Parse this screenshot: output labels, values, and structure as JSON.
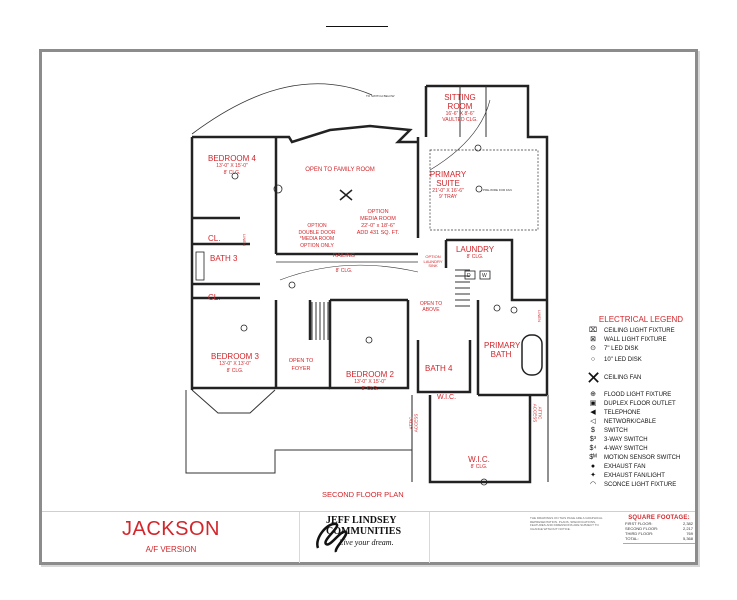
{
  "plan": {
    "title": "SECOND FLOOR PLAN",
    "rooms": [
      {
        "name": "BEDROOM 4",
        "size": "13'-0\" X 15'-0\"",
        "ceiling": "8' CLG."
      },
      {
        "name": "OPEN TO FAMILY ROOM"
      },
      {
        "name": "SITTING ROOM",
        "line1": "SITTING",
        "line2": "ROOM",
        "size": "16'-6\" X 8'-6\"",
        "ceiling": "VAULTED CLG."
      },
      {
        "name": "PRIMARY SUITE",
        "line1": "PRIMARY",
        "line2": "SUITE",
        "size": "21'-0\" X 16'-6\"",
        "ceiling": "9' TRAY"
      },
      {
        "name": "OPTION MEDIA ROOM",
        "line1": "OPTION",
        "line2": "MEDIA ROOM",
        "size": "22'-0\" x 18'-6\"",
        "note": "ADD 431 SQ. FT."
      },
      {
        "name": "OPTION DOUBLE DOOR",
        "line1": "OPTION",
        "line2": "DOUBLE DOOR",
        "line3": "*MEDIA ROOM",
        "line4": "OPTION ONLY"
      },
      {
        "name": "CL.",
        "label": "CL."
      },
      {
        "name": "BATH 3",
        "label": "BATH 3"
      },
      {
        "name": "RAILING",
        "label": "RAILING",
        "ceiling": "8' CLG."
      },
      {
        "name": "CL. 2",
        "label": "CL."
      },
      {
        "name": "BEDROOM 3",
        "size": "13'-0\" X 13'-0\"",
        "ceiling": "8' CLG."
      },
      {
        "name": "OPEN TO FOYER",
        "line1": "OPEN TO",
        "line2": "FOYER"
      },
      {
        "name": "BEDROOM 2",
        "size": "13'-0\" X 15'-0\"",
        "ceiling": "8' CLG."
      },
      {
        "name": "LAUNDRY",
        "ceiling": "8' CLG."
      },
      {
        "name": "OPTION LAUNDRY SINK",
        "line1": "OPTION",
        "line2": "LAUNDRY",
        "line3": "SINK"
      },
      {
        "name": "OPEN TO ABOVE",
        "line1": "OPEN TO",
        "line2": "ABOVE"
      },
      {
        "name": "PRIMARY BATH",
        "line1": "PRIMARY",
        "line2": "BATH"
      },
      {
        "name": "BATH 4",
        "label": "BATH 4"
      },
      {
        "name": "W.I.C. small",
        "label": "W.I.C."
      },
      {
        "name": "W.I.C.",
        "label": "W.I.C.",
        "ceiling": "8' CLG."
      },
      {
        "name": "ATTIC ACCESS left",
        "line1": "ATTIC",
        "line2": "ACCESS"
      },
      {
        "name": "ATTIC ACCESS right",
        "line1": "ATTIC",
        "line2": "ACCESS"
      },
      {
        "name": "LINEN left",
        "label": "LINEN"
      },
      {
        "name": "LINEN right",
        "label": "LINEN"
      }
    ],
    "appliances": {
      "dryer": "D",
      "washer": "W"
    },
    "notes": {
      "switch_below": "TO SWITCH BELOW",
      "fan": "PRE-WIRE FOR FAN"
    }
  },
  "legend": {
    "title": "ELECTRICAL LEGEND",
    "items": [
      {
        "icon": "ceiling-light-icon",
        "glyph": "⌧",
        "label": "CEILING LIGHT FIXTURE"
      },
      {
        "icon": "wall-light-icon",
        "glyph": "⊠",
        "label": "WALL LIGHT FIXTURE"
      },
      {
        "icon": "led-disk-7-icon",
        "glyph": "⊙",
        "label": "7\" LED DISK"
      },
      {
        "icon": "led-disk-10-icon",
        "glyph": "○",
        "label": "10\" LED DISK"
      },
      {
        "icon": "ceiling-fan-icon",
        "glyph": "✕",
        "label": "CEILING FAN"
      },
      {
        "icon": "flood-light-icon",
        "glyph": "⊕",
        "label": "FLOOD LIGHT FIXTURE"
      },
      {
        "icon": "duplex-floor-outlet-icon",
        "glyph": "▣",
        "label": "DUPLEX FLOOR OUTLET"
      },
      {
        "icon": "telephone-icon",
        "glyph": "◀",
        "label": "TELEPHONE"
      },
      {
        "icon": "network-cable-icon",
        "glyph": "◁",
        "label": "NETWORK/CABLE"
      },
      {
        "icon": "switch-icon",
        "glyph": "$",
        "label": "SWITCH"
      },
      {
        "icon": "3-way-switch-icon",
        "glyph": "$³",
        "label": "3-WAY SWITCH"
      },
      {
        "icon": "4-way-switch-icon",
        "glyph": "$⁴",
        "label": "4-WAY SWITCH"
      },
      {
        "icon": "motion-sensor-switch-icon",
        "glyph": "$ᴹ",
        "label": "MOTION SENSOR SWITCH"
      },
      {
        "icon": "exhaust-fan-icon",
        "glyph": "●",
        "label": "EXHAUST FAN"
      },
      {
        "icon": "exhaust-fan-light-icon",
        "glyph": "✦",
        "label": "EXHAUST FAN/LIGHT"
      },
      {
        "icon": "sconce-light-icon",
        "glyph": "◠",
        "label": "SCONCE LIGHT FIXTURE"
      }
    ]
  },
  "title_block": {
    "model": "JACKSON",
    "version": "A/F VERSION",
    "brand_line1": "JEFF LINDSEY",
    "brand_line2": "COMMUNITIES",
    "tagline": "Live your dream.",
    "disclaimer": "THE DRAWINGS ON THIS PAGE ARE A GRAPHICAL REPRESENTATION. PLANS, SPECIFICATIONS, FEATURES AND DIMENSIONS ARE SUBJECT TO CHANGE WITHOUT NOTICE.",
    "square_footage": {
      "title": "SQUARE FOOTAGE:",
      "rows": [
        {
          "label": "FIRST FLOOR:",
          "value": "2,382"
        },
        {
          "label": "SECOND FLOOR:",
          "value": "2,217"
        },
        {
          "label": "THIRD FLOOR:",
          "value": "769"
        },
        {
          "label": "TOTAL:",
          "value": "5,368"
        }
      ]
    }
  },
  "colors": {
    "accent_red": "#d2262b",
    "wall": "#222222",
    "frame": "#8c8c8c"
  }
}
